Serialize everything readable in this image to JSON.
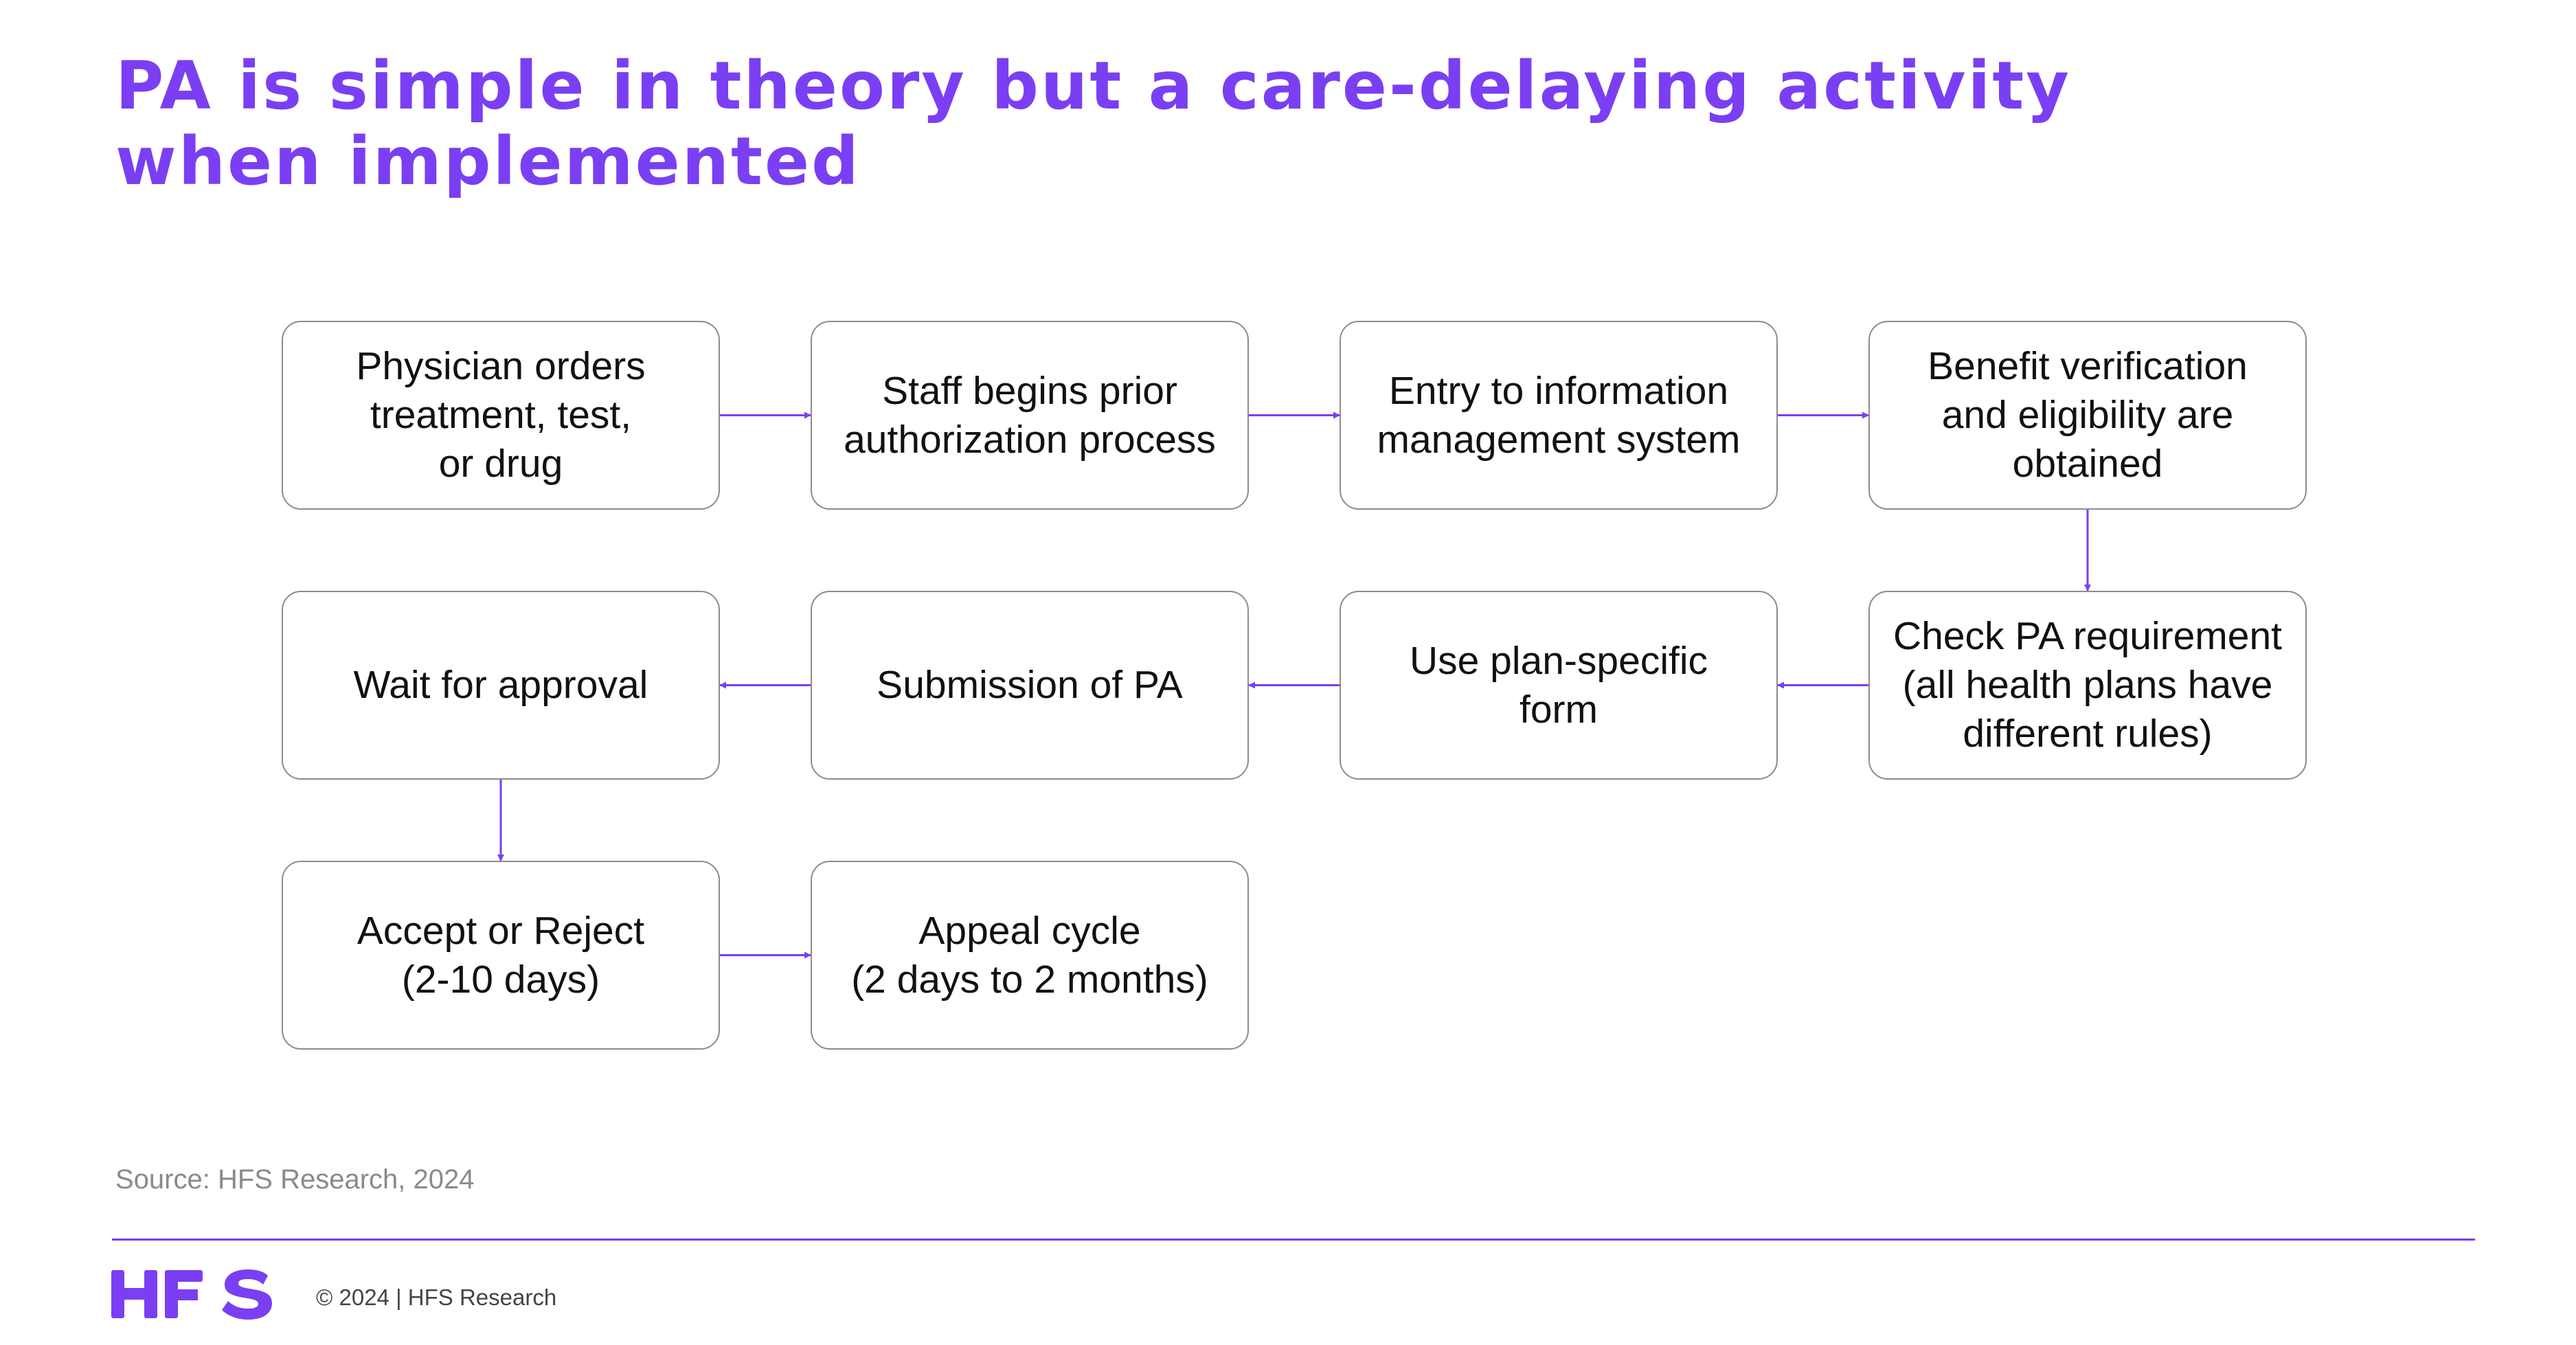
{
  "title": {
    "line1": "PA is simple in theory but a care-delaying activity",
    "line2": "when implemented"
  },
  "steps": [
    {
      "id": "physician-orders",
      "lines": [
        "Physician orders",
        "treatment, test,",
        "or drug"
      ]
    },
    {
      "id": "staff-begins",
      "lines": [
        "Staff begins prior",
        "authorization process"
      ]
    },
    {
      "id": "entry-ims",
      "lines": [
        "Entry to information",
        "management system"
      ]
    },
    {
      "id": "benefit-verification",
      "lines": [
        "Benefit verification",
        "and eligibility are",
        "obtained"
      ]
    },
    {
      "id": "check-pa",
      "lines": [
        "Check PA requirement",
        "(all health plans have",
        "different rules)"
      ]
    },
    {
      "id": "plan-form",
      "lines": [
        "Use plan-specific",
        "form"
      ]
    },
    {
      "id": "submission",
      "lines": [
        "Submission of PA"
      ]
    },
    {
      "id": "wait-approval",
      "lines": [
        "Wait for approval"
      ]
    },
    {
      "id": "accept-reject",
      "lines": [
        "Accept or Reject",
        "(2-10 days)"
      ]
    },
    {
      "id": "appeal-cycle",
      "lines": [
        "Appeal cycle",
        "(2 days to 2 months)"
      ]
    }
  ],
  "flow": [
    [
      "physician-orders",
      "staff-begins"
    ],
    [
      "staff-begins",
      "entry-ims"
    ],
    [
      "entry-ims",
      "benefit-verification"
    ],
    [
      "benefit-verification",
      "check-pa"
    ],
    [
      "check-pa",
      "plan-form"
    ],
    [
      "plan-form",
      "submission"
    ],
    [
      "submission",
      "wait-approval"
    ],
    [
      "wait-approval",
      "accept-reject"
    ],
    [
      "accept-reject",
      "appeal-cycle"
    ]
  ],
  "footer": {
    "source": "Source: HFS Research, 2024",
    "logo_text": "HFS",
    "copyright": "© 2024 | HFS Research"
  },
  "colors": {
    "accent": "#7a3ff2",
    "box_border": "#8c8c8c",
    "text": "#111111",
    "muted": "#8a8a8a"
  }
}
